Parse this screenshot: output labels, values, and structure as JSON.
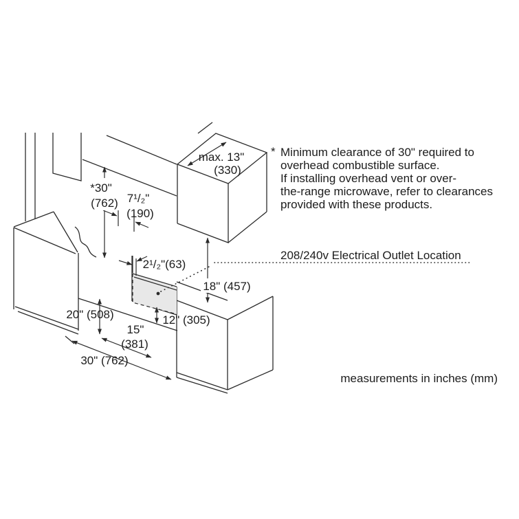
{
  "diagram": {
    "note": {
      "marker": "*",
      "lines": [
        "Minimum clearance of 30\" required to",
        "overhead combustible surface.",
        "If installing overhead vent or over-",
        "the-range microwave, refer to clearances",
        "provided with these products."
      ]
    },
    "outlet_callout": "208/240v Electrical Outlet Location",
    "units_note": "measurements in inches (mm)",
    "dimensions": {
      "overhead_cabinet_depth": {
        "in": "max. 13\"",
        "mm": "(330)"
      },
      "overhead_clearance": {
        "in": "*30\"",
        "mm": "(762)"
      },
      "left_offset": {
        "in": "7¹/₂\"",
        "mm": "(190)"
      },
      "outlet_inset": {
        "label": "2¹/₂\"(63)"
      },
      "outlet_zone_top": {
        "label": "18\" (457)"
      },
      "outlet_zone_bottom": {
        "label": "12\" (305)"
      },
      "counter_height": {
        "label": "20\" (508)"
      },
      "outlet_depth": {
        "in": "15\"",
        "mm": "(381)"
      },
      "opening_width": {
        "label": "30\" (762)"
      }
    },
    "colors": {
      "line": "#2b2b2b",
      "outlet_zone_fill": "#e8e8e8",
      "background": "#ffffff"
    }
  }
}
